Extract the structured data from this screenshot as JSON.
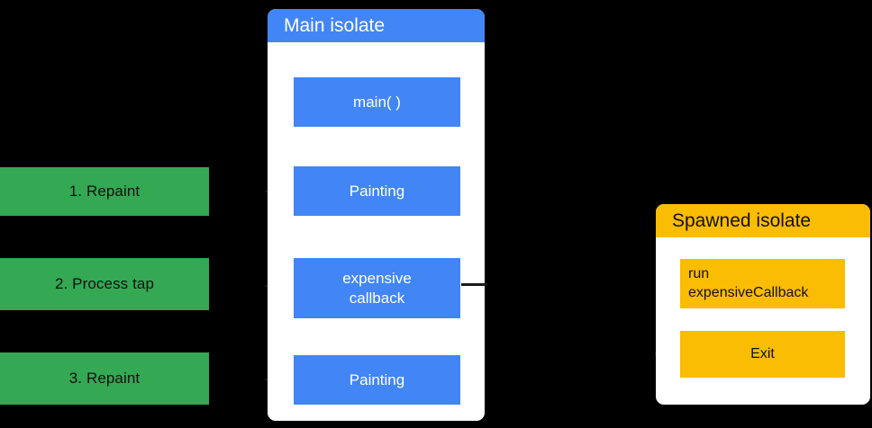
{
  "diagram": {
    "title_semantic": "dart-isolate-flow-diagram",
    "colors": {
      "background": "#000000",
      "blue": "#4285F4",
      "yellow": "#FBBC04",
      "green": "#34A853",
      "card_surface": "#FFFFFF",
      "text_dark": "#111111",
      "text_light": "#FFFFFF",
      "connector": "#1a1a1a"
    }
  },
  "steps": [
    {
      "label": "1. Repaint"
    },
    {
      "label": "2. Process tap"
    },
    {
      "label": "3. Repaint"
    }
  ],
  "main_isolate": {
    "header": "Main isolate",
    "nodes": [
      {
        "label": "main( )"
      },
      {
        "label": "Painting"
      },
      {
        "label": "expensive\ncallback"
      },
      {
        "label": "Painting"
      }
    ]
  },
  "spawned_isolate": {
    "header": "Spawned isolate",
    "nodes": [
      {
        "label": "run\nexpensiveCallback"
      },
      {
        "label": "Exit"
      }
    ]
  },
  "connectors": {
    "flow_arrow_style": "dashed-down-arrow",
    "step_arrow_style": "solid-right-arrow",
    "main_out_stub": "line-right-from-expensive-callback",
    "spawned_in_stub": "line-left-into-exit"
  }
}
